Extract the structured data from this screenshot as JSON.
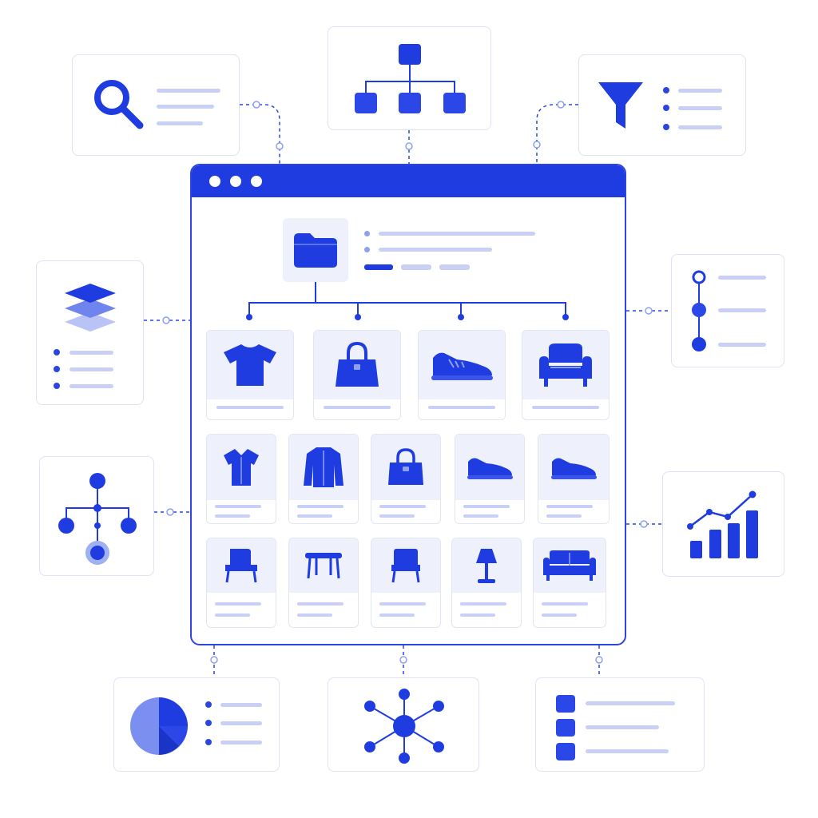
{
  "colors": {
    "primary": "#1f3ce0",
    "primary_light": "#8ea0f0",
    "line": "#c9cff5",
    "card_border": "#dfe3f3",
    "tile_bg": "#eef1fb",
    "connector": "#2d45e0"
  },
  "browser": {
    "window_dots": 3,
    "header_icon": "folder-icon"
  },
  "satellites": [
    {
      "name": "search-card",
      "icon": "magnifier-icon"
    },
    {
      "name": "hierarchy-card",
      "icon": "org-chart-icon"
    },
    {
      "name": "filter-card",
      "icon": "funnel-icon"
    },
    {
      "name": "layers-card",
      "icon": "layers-icon"
    },
    {
      "name": "timeline-card",
      "icon": "timeline-icon"
    },
    {
      "name": "tree-card",
      "icon": "tree-icon"
    },
    {
      "name": "analytics-card",
      "icon": "bar-chart-icon"
    },
    {
      "name": "pie-card",
      "icon": "pie-chart-icon"
    },
    {
      "name": "network-card",
      "icon": "network-icon"
    },
    {
      "name": "checklist-card",
      "icon": "checklist-icon"
    }
  ],
  "categories": {
    "row1": [
      "tshirt-icon",
      "handbag-icon",
      "sneaker-icon",
      "armchair-icon"
    ],
    "row2": [
      "shirt-icon",
      "jacket-icon",
      "handbag-icon",
      "sneaker-icon",
      "sneaker-icon"
    ],
    "row3": [
      "chair-icon",
      "table-icon",
      "chair-icon",
      "lamp-icon",
      "sofa-icon"
    ]
  }
}
